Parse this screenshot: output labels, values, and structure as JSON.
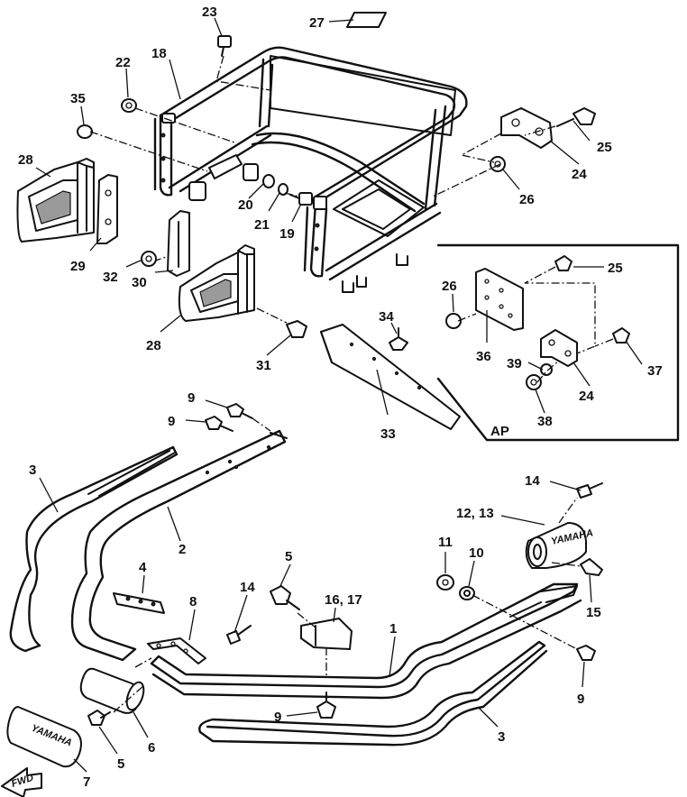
{
  "callouts": {
    "c1": "1",
    "c2": "2",
    "c3a": "3",
    "c3b": "3",
    "c4": "4",
    "c5a": "5",
    "c5b": "5",
    "c6": "6",
    "c7": "7",
    "c8": "8",
    "c9a": "9",
    "c9b": "9",
    "c9c": "9",
    "c9d": "9",
    "c10": "10",
    "c11": "11",
    "c12_13": "12, 13",
    "c14a": "14",
    "c14b": "14",
    "c15": "15",
    "c16_17": "16, 17",
    "c18": "18",
    "c19": "19",
    "c20": "20",
    "c21": "21",
    "c22": "22",
    "c23": "23",
    "c24a": "24",
    "c24b": "24",
    "c25a": "25",
    "c25b": "25",
    "c26a": "26",
    "c26b": "26",
    "c27": "27",
    "c28a": "28",
    "c28b": "28",
    "c29": "29",
    "c30": "30",
    "c31": "31",
    "c32": "32",
    "c33": "33",
    "c34": "34",
    "c35": "35",
    "c36": "36",
    "c37": "37",
    "c38": "38",
    "c39": "39"
  },
  "inset": {
    "label": "AP"
  },
  "direction": {
    "label": "FWD"
  },
  "brand_marks": {
    "bumper_cover": "YAMAHA",
    "bracket": "YAMAHA"
  }
}
